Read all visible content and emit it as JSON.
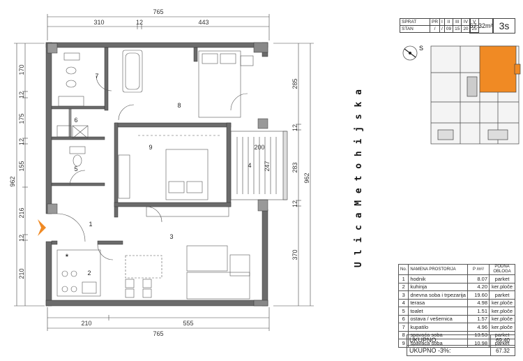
{
  "header": {
    "sprat_label": "SPRAT",
    "stan_label": "STAN",
    "floors": [
      "PR",
      "I",
      "II",
      "III",
      "IV",
      "V"
    ],
    "apartments": [
      "/",
      "/",
      "09",
      "15",
      "20",
      "25"
    ],
    "area": "67.32m²",
    "apartment_code": "3s"
  },
  "street_name": "U l i c a   M e t o h i j s k a",
  "compass_label": "S",
  "dimensions": {
    "top_total": "765",
    "top_left": "310",
    "top_mid": "12",
    "top_right": "443",
    "bottom_total": "765",
    "bottom_left": "210",
    "bottom_right": "555",
    "left_total": "962",
    "left_segments": [
      "170",
      "12",
      "175",
      "12",
      "155",
      "216",
      "12",
      "210"
    ],
    "right_total": "962",
    "right_segments": [
      "285",
      "12",
      "283",
      "12",
      "370"
    ],
    "terrace_width": "200",
    "terrace_depth": "247"
  },
  "room_numbers": [
    "1",
    "2",
    "3",
    "4",
    "5",
    "6",
    "7",
    "8",
    "9"
  ],
  "rooms_table": {
    "headers": {
      "no": "No.",
      "name": "NAMENA PROSTORIJA",
      "area": "P /m²/",
      "floor": "PODNA OBLOGA"
    },
    "rows": [
      {
        "no": "1",
        "name": "hodnik",
        "area": "8.07",
        "floor": "parket"
      },
      {
        "no": "2",
        "name": "kuhinja",
        "area": "4.20",
        "floor": "ker.ploče"
      },
      {
        "no": "3",
        "name": "dnevna soba i trpezarija",
        "area": "19.60",
        "floor": "parket"
      },
      {
        "no": "4",
        "name": "terasa",
        "area": "4.98",
        "floor": "ker.ploče"
      },
      {
        "no": "5",
        "name": "toalet",
        "area": "1.51",
        "floor": "ker.ploče"
      },
      {
        "no": "6",
        "name": "ostava / vešernica",
        "area": "1.57",
        "floor": "ker.ploče"
      },
      {
        "no": "7",
        "name": "kupatilo",
        "area": "4.96",
        "floor": "ker.ploče"
      },
      {
        "no": "8",
        "name": "spavaća soba",
        "area": "13.53",
        "floor": "parket"
      },
      {
        "no": "9",
        "name": "spavaća soba",
        "area": "10.98",
        "floor": "parket"
      }
    ]
  },
  "totals": [
    {
      "label": "UKUPNO:",
      "value": "69.40"
    },
    {
      "label": "UKUPNO -3%:",
      "value": "67.32"
    }
  ],
  "colors": {
    "highlight": "#f08a24",
    "wall": "#555555",
    "entry_arrow": "#f08a24"
  }
}
